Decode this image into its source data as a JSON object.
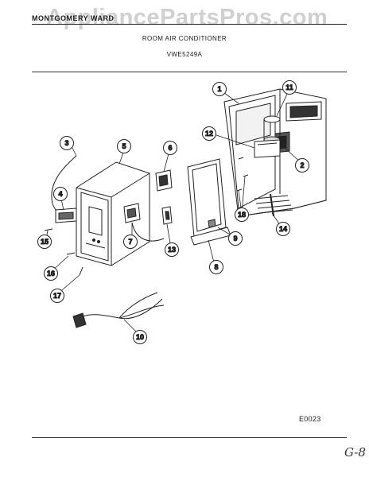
{
  "header": {
    "brand": "MONTGOMERY WARD",
    "title": "ROOM AIR CONDITIONER",
    "model": "VWE5249A"
  },
  "footer": {
    "code": "E0023",
    "handwritten": "G-8"
  },
  "watermark": "AppliancePartsPros.com",
  "callouts": [
    {
      "id": "c1",
      "label": "1"
    },
    {
      "id": "c2",
      "label": "2"
    },
    {
      "id": "c3",
      "label": "3"
    },
    {
      "id": "c4",
      "label": "4"
    },
    {
      "id": "c5",
      "label": "5"
    },
    {
      "id": "c6",
      "label": "6"
    },
    {
      "id": "c7",
      "label": "7"
    },
    {
      "id": "c8",
      "label": "8"
    },
    {
      "id": "c9",
      "label": "9"
    },
    {
      "id": "c10",
      "label": "10"
    },
    {
      "id": "c11",
      "label": "11"
    },
    {
      "id": "c12",
      "label": "12"
    },
    {
      "id": "c13",
      "label": "13"
    },
    {
      "id": "c14",
      "label": "14"
    },
    {
      "id": "c15",
      "label": "15"
    },
    {
      "id": "c16",
      "label": "16"
    },
    {
      "id": "c17",
      "label": "17"
    },
    {
      "id": "c18",
      "label": "18"
    }
  ]
}
